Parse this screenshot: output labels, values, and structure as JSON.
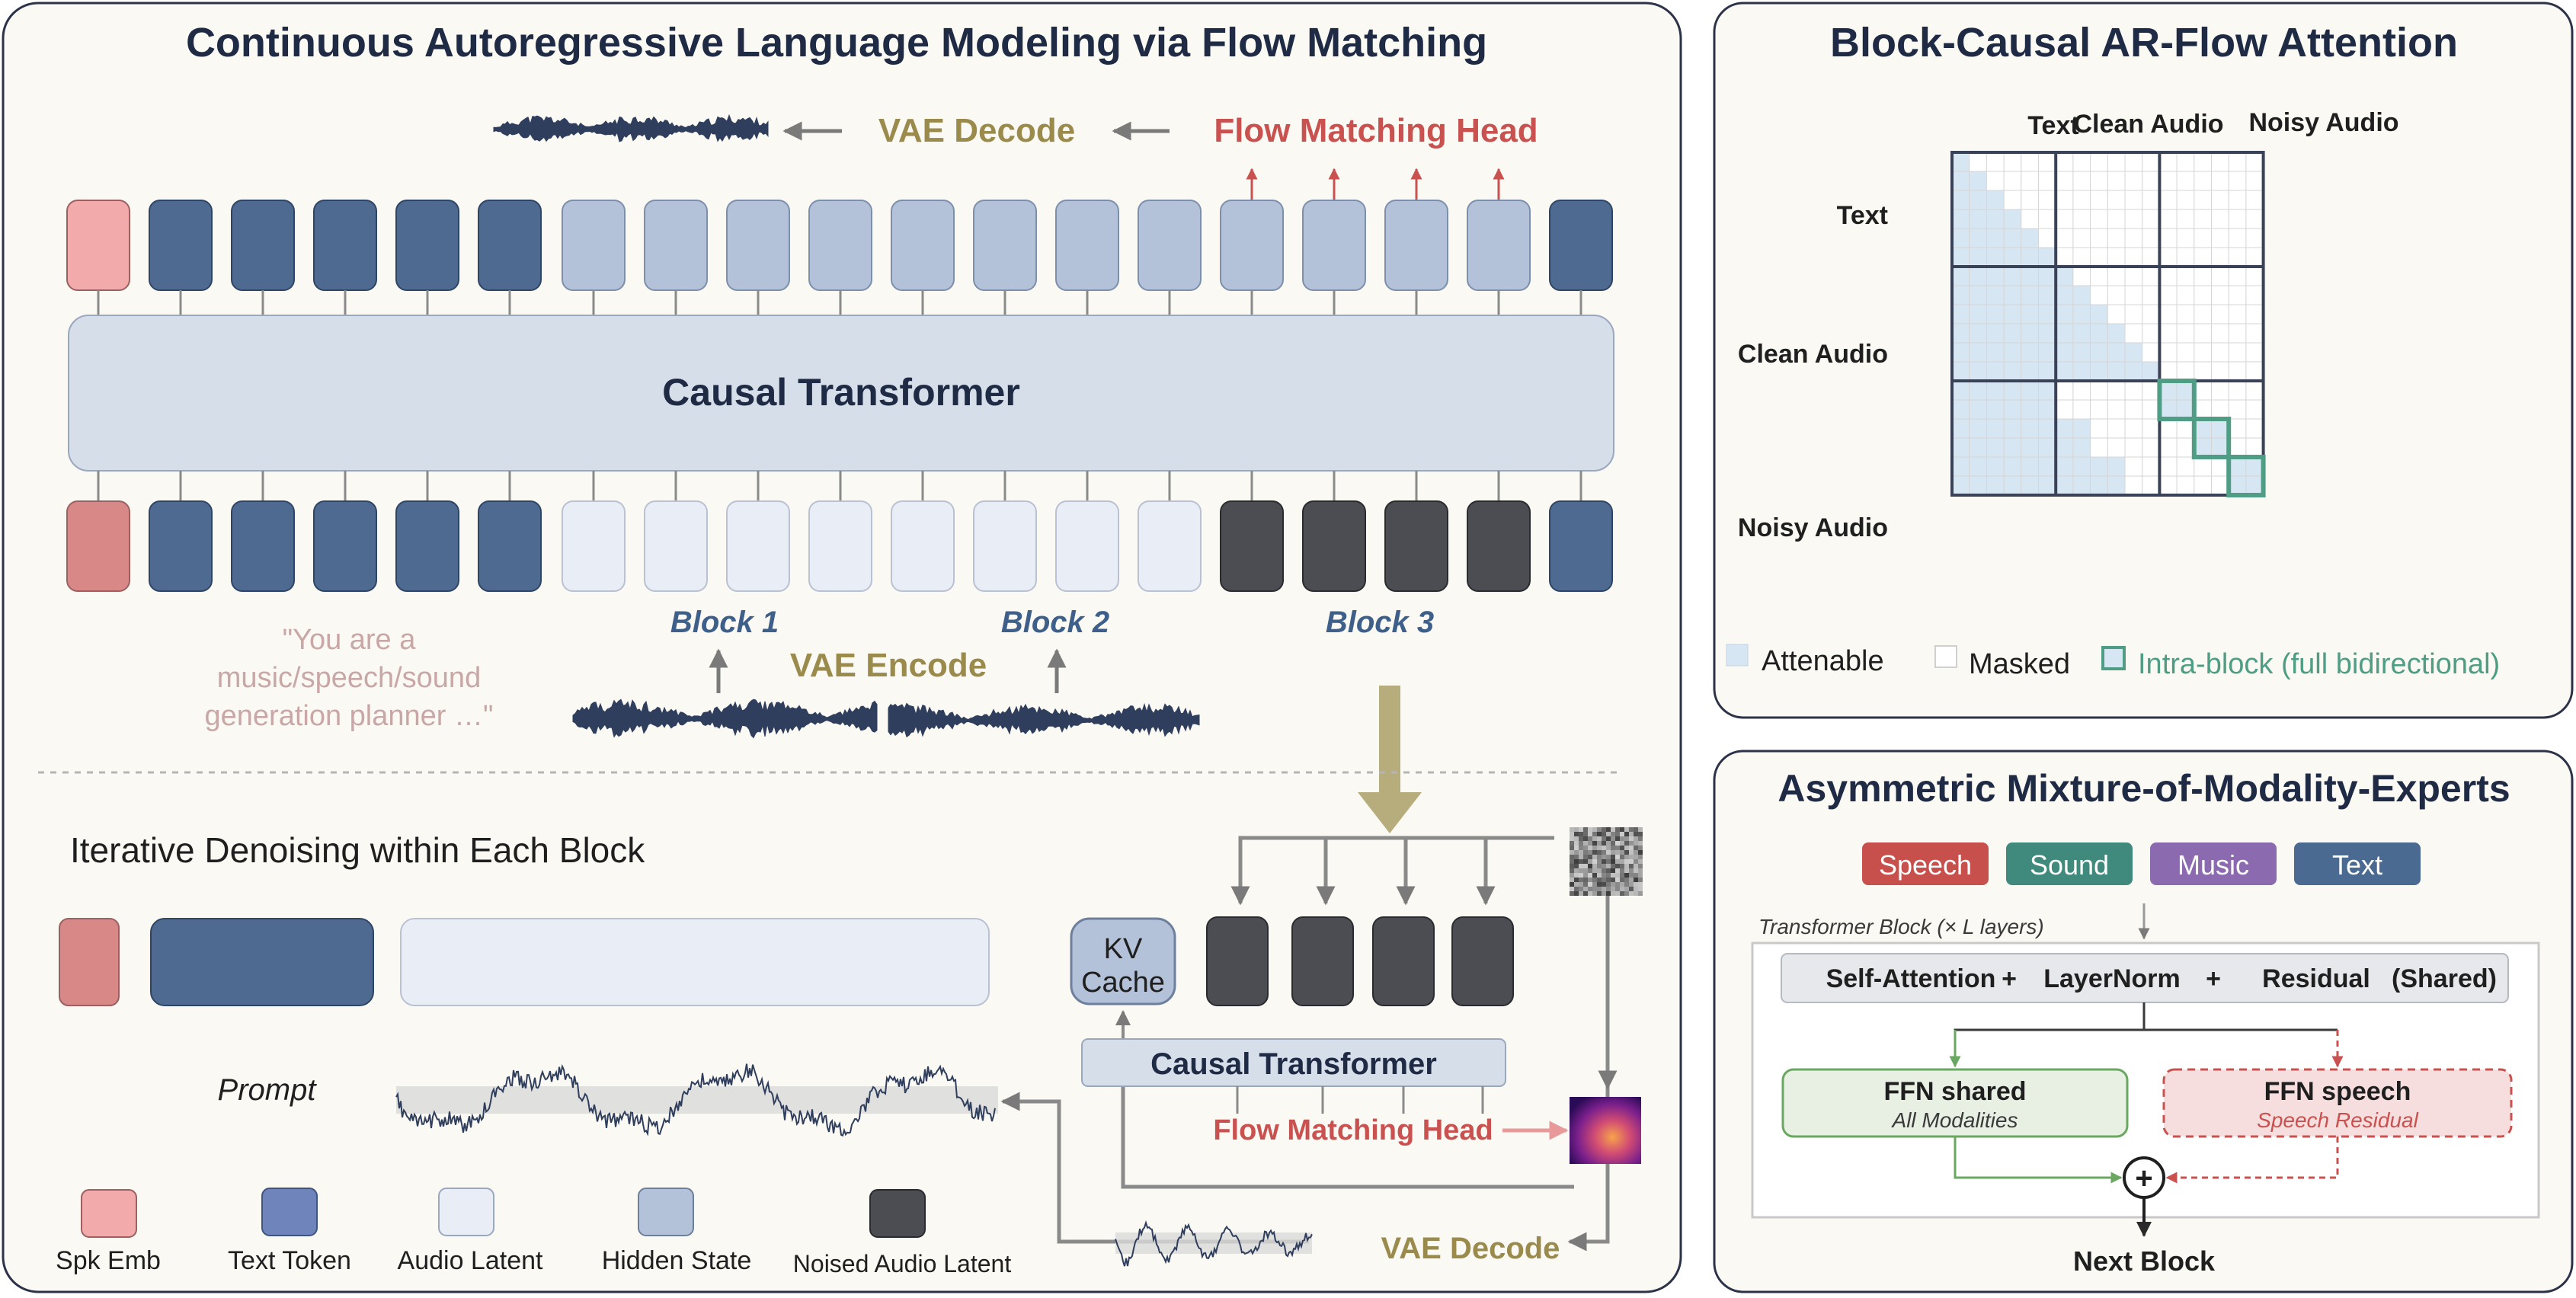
{
  "main": {
    "title": "Continuous Autoregressive Language Modeling via Flow Matching",
    "vae_decode_top": "VAE Decode",
    "flow_head_top": "Flow Matching Head",
    "transformer_label": "Causal Transformer",
    "block_labels": [
      "Block 1",
      "Block 2",
      "Block 3"
    ],
    "vae_encode": "VAE Encode",
    "prompt_quote": [
      "\"You are a",
      "music/speech/sound",
      "generation planner …\""
    ]
  },
  "denoise": {
    "title": "Iterative Denoising within Each Block",
    "prompt_label": "Prompt",
    "kv_cache": [
      "KV",
      "Cache"
    ],
    "transformer_label": "Causal Transformer",
    "flow_head": "Flow Matching Head",
    "vae_decode": "VAE Decode"
  },
  "legend": [
    "Spk Emb",
    "Text Token",
    "Audio Latent",
    "Hidden State",
    "Noised Audio Latent"
  ],
  "attention": {
    "title": "Block-Causal AR-Flow Attention",
    "col_headers": [
      "Text",
      "Clean Audio",
      "Noisy Audio"
    ],
    "row_headers": [
      "Text",
      "Clean Audio",
      "Noisy Audio"
    ],
    "legend": [
      "Attenable",
      "Masked",
      "Intra-block (full bidirectional)"
    ]
  },
  "moe": {
    "title": "Asymmetric Mixture-of-Modality-Experts",
    "modalities": [
      "Speech",
      "Sound",
      "Music",
      "Text"
    ],
    "block_caption": "Transformer Block  (× L layers)",
    "shared_parts": [
      "Self-Attention",
      "+",
      "LayerNorm",
      "+",
      "Residual",
      "(Shared)"
    ],
    "ffn_shared": "FFN shared",
    "ffn_shared_sub": "All Modalities",
    "ffn_speech": "FFN speech",
    "ffn_speech_sub": "Speech Residual",
    "plus": "+",
    "next_block": "Next Block"
  },
  "colors": {
    "panel_bg": "#faf9f3",
    "panel_border": "#2c3348",
    "navy": "#1f2a44",
    "text_token": "#4f6a91",
    "spk_emb": "#f3aaaa",
    "audio_latent": "#e9edf5",
    "hidden_state": "#b3c2d8",
    "noised": "#4b4d52",
    "flow_red": "#c9514f",
    "vae_olive": "#9a8a4c",
    "block_blue": "#3e5f8a",
    "attn_fill": "#d7e6f3",
    "intra_green": "#4f9d84",
    "speech": "#c8504c",
    "sound": "#3f8a7c",
    "music": "#8c6aaf",
    "text_mod": "#4b6a91"
  }
}
